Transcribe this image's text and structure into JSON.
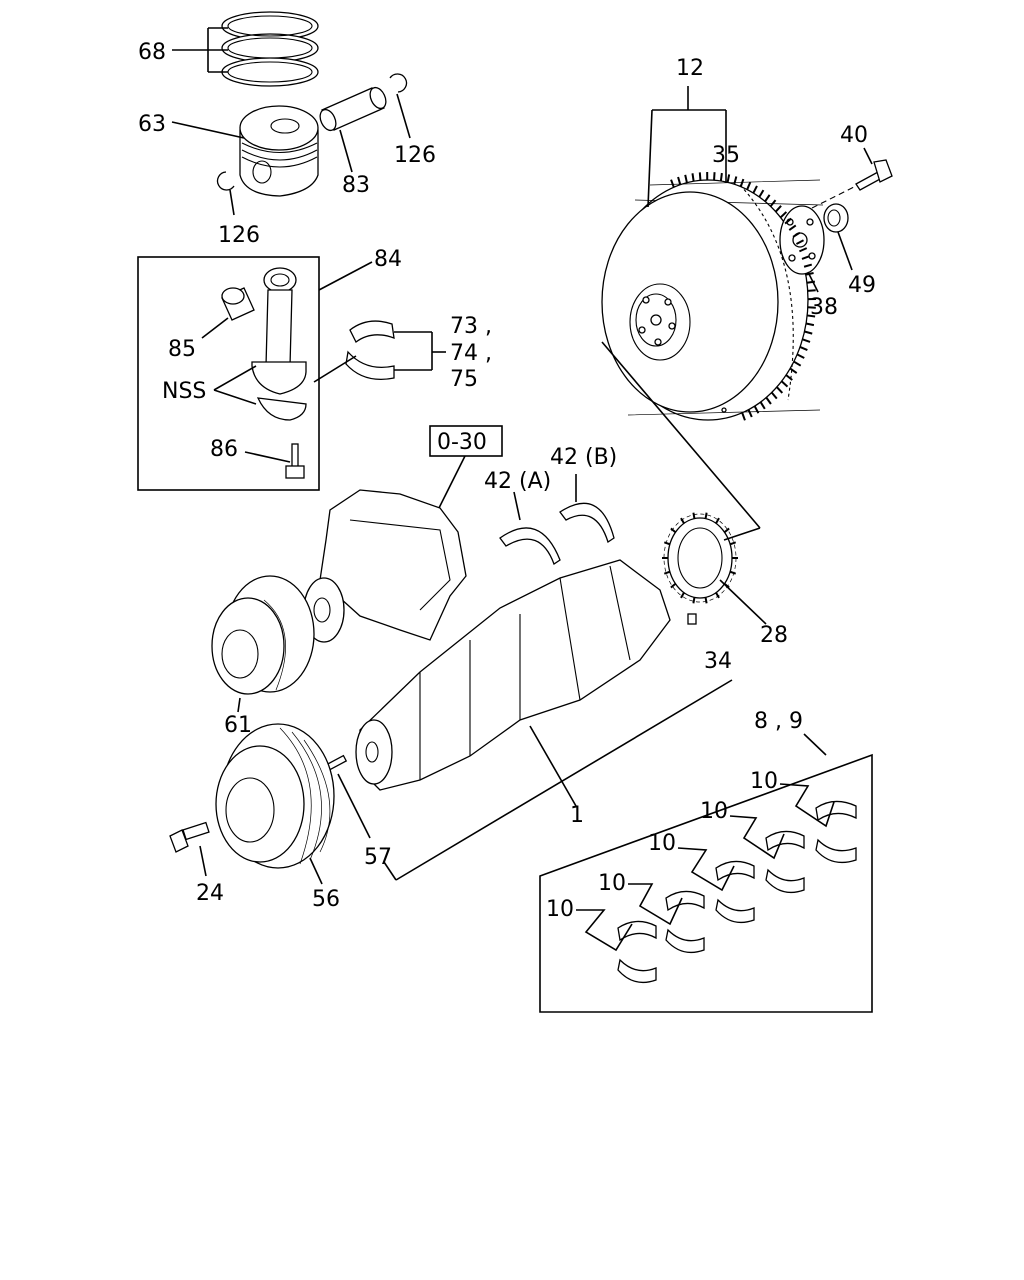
{
  "callouts": {
    "c68": "68",
    "c63": "63",
    "c83": "83",
    "c126a": "126",
    "c126b": "126",
    "c84": "84",
    "c85": "85",
    "cnss": "NSS",
    "c73": "73 ,",
    "c74": "74 ,",
    "c75": "75",
    "c86": "86",
    "c030": "0-30",
    "c42a": "42 (A)",
    "c42b": "42 (B)",
    "c12": "12",
    "c35": "35",
    "c40": "40",
    "c49": "49",
    "c38": "38",
    "c28": "28",
    "c34": "34",
    "c61": "61",
    "c1": "1",
    "c57": "57",
    "c24": "24",
    "c56": "56",
    "c89": "8 , 9",
    "c10a": "10",
    "c10b": "10",
    "c10c": "10",
    "c10d": "10",
    "c10e": "10"
  }
}
